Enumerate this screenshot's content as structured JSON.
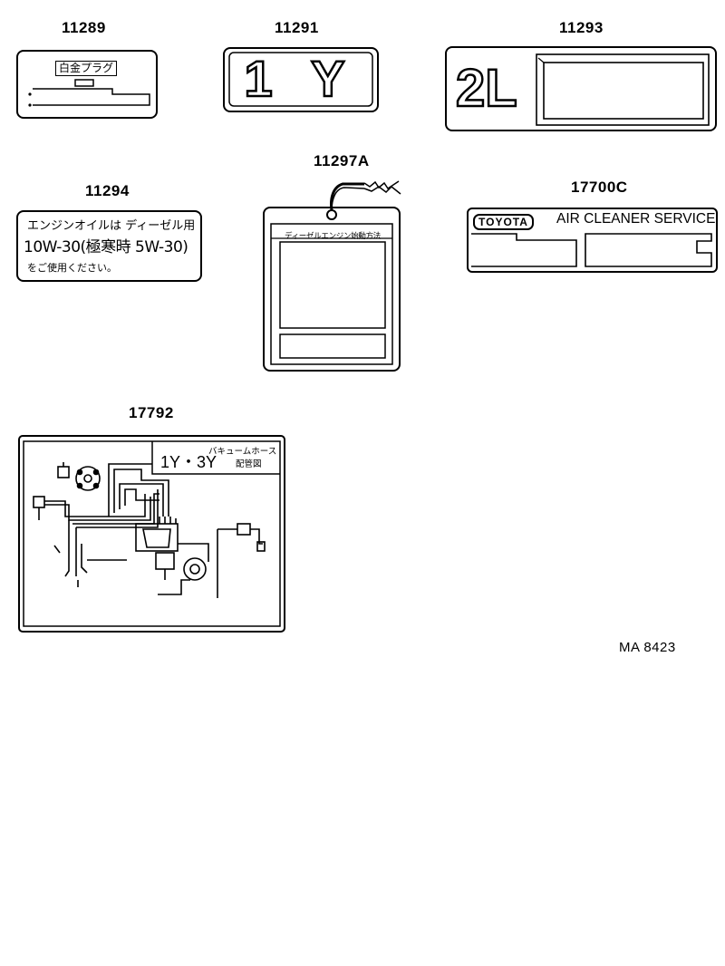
{
  "parts": {
    "p11289": {
      "number": "11289",
      "label_text": "白金プラグ"
    },
    "p11291": {
      "number": "11291",
      "label_text": "1 Y"
    },
    "p11293": {
      "number": "11293",
      "label_text": "2L"
    },
    "p11294": {
      "number": "11294",
      "line1": "エンジンオイルは ディーゼル用",
      "line2": "10W-30(極寒時 5W-30)",
      "line3": "をご使用ください。"
    },
    "p11297A": {
      "number": "11297A",
      "tag_title": "ディーゼルエンジン始動方法"
    },
    "p17700C": {
      "number": "17700C",
      "brand": "TOYOTA",
      "title": "AIR CLEANER SERVICE"
    },
    "p17792": {
      "number": "17792",
      "engine": "1Y・3Y",
      "title_line1": "バキュームホース",
      "title_line2": "配管図"
    }
  },
  "footer": {
    "code": "MA 8423"
  }
}
